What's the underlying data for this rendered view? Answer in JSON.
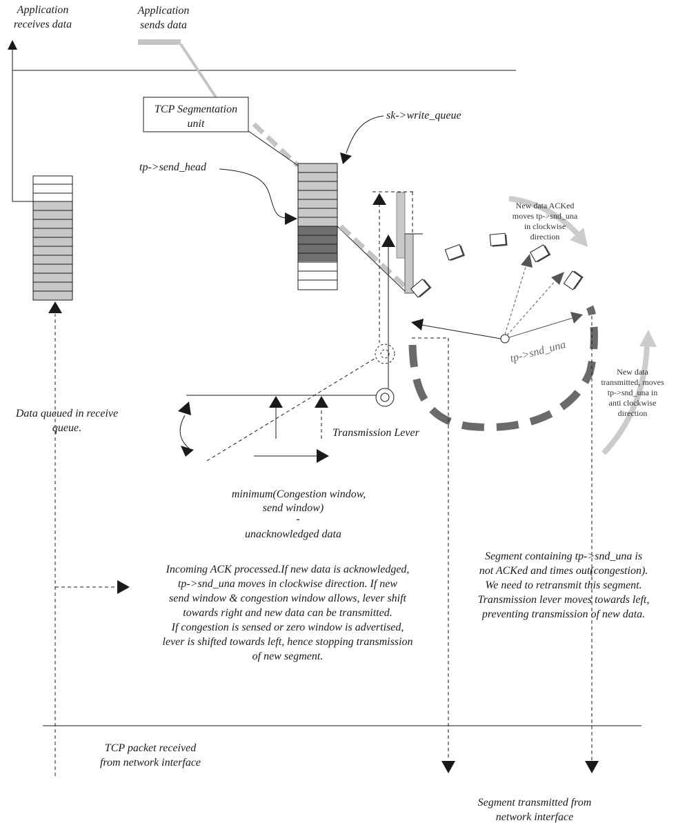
{
  "colors": {
    "line": "#1a1a1a",
    "queue_light": "#c8c8c8",
    "queue_dark": "#707070",
    "arc_dark": "#6a6a6a",
    "arc_light": "#cccccc"
  },
  "labels": {
    "app_receives": [
      "Application",
      "receives data"
    ],
    "app_sends": [
      "Application",
      "sends data"
    ],
    "seg_unit": [
      "TCP Segmentation",
      "unit"
    ],
    "write_queue": "sk->write_queue",
    "send_head": "tp->send_head",
    "snd_una": "tp->snd_una",
    "new_data_acked": [
      "New data ACKed",
      "moves tp->snd_una",
      "in clockwise",
      "direction"
    ],
    "new_data_transmitted": [
      "New data",
      "transmitted, moves",
      "tp->snd_una in",
      "anti clockwise",
      "direction"
    ],
    "data_queued": [
      "Data queued in receive",
      "queue."
    ],
    "transmission_lever": "Transmission Lever",
    "min_formula": [
      "minimum(Congestion window,",
      "send window)",
      "-",
      "unacknowledged data"
    ],
    "incoming_ack": [
      "Incoming ACK processed.If new data is acknowledged,",
      "tp->snd_una moves in clockwise direction. If new",
      "send window & congestion window allows, lever shift",
      "towards right and new data can be transmitted.",
      "If congestion is sensed or zero window is advertised,",
      "lever is shifted towards left, hence stopping transmission",
      "of new segment."
    ],
    "segment_timeout": [
      "Segment containing tp->snd_una is",
      "not ACKed and times out(congestion).",
      "We need to retransmit this segment.",
      "Transmission lever moves towards left,",
      "preventing transmission of new data."
    ],
    "packet_received": [
      "TCP packet received",
      "from  network interface"
    ],
    "segment_transmitted": [
      "Segment transmitted from",
      "network interface"
    ]
  }
}
